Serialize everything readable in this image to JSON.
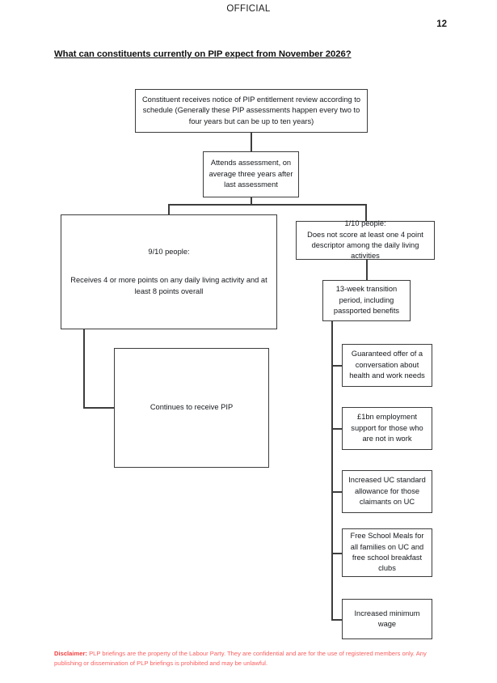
{
  "document": {
    "classification": "OFFICIAL",
    "page_number": "12",
    "heading": "What can constituents currently on PIP expect from November 2026?"
  },
  "flowchart": {
    "type": "flowchart",
    "nodes": {
      "notice": "Constituent receives  notice of PIP entitlement review according to schedule (Generally these PIP assessments happen every two to four years but can be up to ten years)",
      "assessment": "Attends assessment, on average three years after last assessment",
      "nine_tenths_lead": "9/10 people:",
      "nine_tenths_body": "Receives 4 or more points on any daily living activity and at least 8 points overall",
      "one_tenth": "1/10 people:\nDoes not score at least one 4 point descriptor among the daily living activities",
      "continues": "Continues to receive PIP",
      "thirteen_week": "13-week transition period, including passported benefits",
      "guaranteed_offer": "Guaranteed offer of a conversation about health and work needs",
      "employment_support": "£1bn employment support for those who are not in work",
      "uc_allowance": "Increased UC standard allowance for those claimants on UC",
      "free_school_meals": "Free School Meals for all families on UC and free school breakfast clubs",
      "minimum_wage": "Increased minimum wage"
    }
  },
  "footer": {
    "disclaimer_label": "Disclaimer:",
    "disclaimer_text": " PLP briefings are the property of the Labour Party. They are confidential and are for the use of registered members only.  Any publishing or dissemination of PLP briefings is prohibited and may be unlawful."
  },
  "colors": {
    "box_border": "#3d3d3d",
    "text": "#15181c",
    "disclaimer": "#fa5f5f",
    "page_background": "#ffffff"
  }
}
